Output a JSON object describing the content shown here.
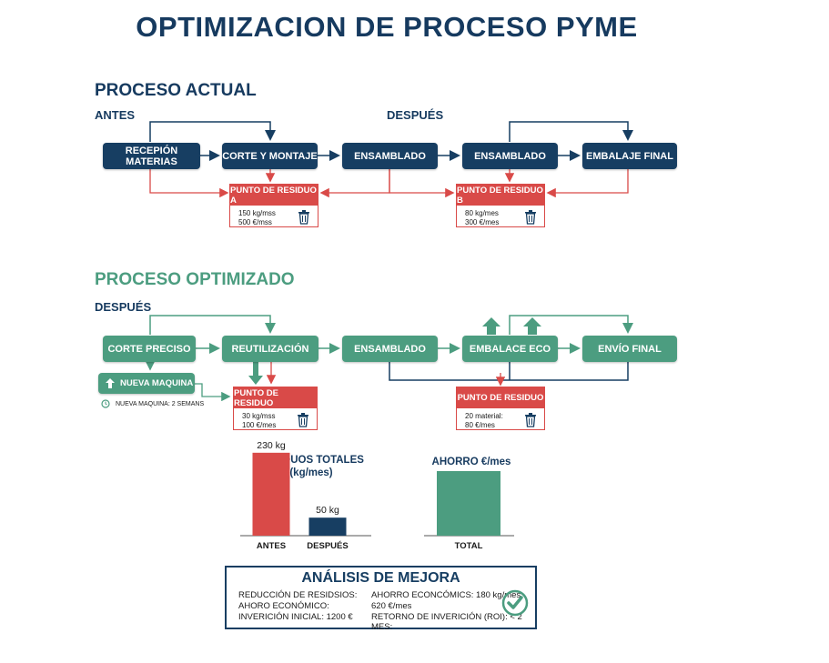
{
  "title": "OPTIMIZACION DE PROCESO PYME",
  "colors": {
    "navy": "#173e62",
    "green": "#4c9d80",
    "red": "#d94a48"
  },
  "current": {
    "heading": "PROCESO ACTUAL",
    "before_label": "ANTES",
    "after_label": "DESPUÉS",
    "boxes": [
      "RECEPIÓN MATERIAS",
      "CORTE Y MONTAJE",
      "ENSAMBLADO",
      "ENSAMBLADO",
      "EMBALAJE FINAL"
    ],
    "waste_a": {
      "title": "PUNTO DE RESIDUO A",
      "line1": "150 kg/mss",
      "line2": "500 €/mss",
      "icon": "trash-icon"
    },
    "waste_b": {
      "title": "PUNTO DE RESIDUO B",
      "line1": "80 kg/mes",
      "line2": "300 €/mes",
      "icon": "trash-icon"
    }
  },
  "optimized": {
    "heading": "PROCESO OPTIMIZADO",
    "after_label": "DESPUÉS",
    "boxes": [
      "CORTE PRECISO",
      "REUTILIZACIÓN",
      "ENSAMBLADO",
      "EMBALACE ECO",
      "ENVÍO FINAL"
    ],
    "new_machine": "NUEVA MAQUINA",
    "new_machine_note": "NUEVA MAQUINA: 2 SEMANS",
    "waste_1": {
      "title": "PUNTO DE RESIDUO",
      "line1": "30 kg/mss",
      "line2": "100 €/mes",
      "icon": "trash-icon"
    },
    "waste_2": {
      "title": "PUNTO DE RESIDUO",
      "line1": "20 material:",
      "line2": "80 €/mes",
      "icon": "trash-icon"
    }
  },
  "chart_data": [
    {
      "type": "bar",
      "title": "RESIDUOS TOTALES",
      "subtitle": "(kg/mes)",
      "categories": [
        "ANTES",
        "DESPUÉS"
      ],
      "values": [
        230,
        50
      ],
      "value_labels": [
        "230 kg",
        "50 kg"
      ],
      "colors": [
        "#d94a48",
        "#173e62"
      ],
      "ylim": [
        0,
        280
      ]
    },
    {
      "type": "bar",
      "title": "AHORRO €/mes",
      "categories": [
        "TOTAL"
      ],
      "values": [
        620
      ],
      "colors": [
        "#4c9d80"
      ],
      "ylim": [
        0,
        620
      ]
    }
  ],
  "analysis": {
    "title": "ANÁLISIS DE MEJORA",
    "left": [
      "REDUCCIÓN DE RESIDSIOS:",
      "AHORO ECONÓMICO:",
      "INVERICIÓN INICIAL: 1200 €"
    ],
    "right": [
      "AHORRO ECONCÓMICS: 180 kg/mes",
      "620 €/mes",
      "RETORNO DE INVERICIÓN (ROI): < 2 MES:"
    ],
    "icon": "check-icon"
  }
}
